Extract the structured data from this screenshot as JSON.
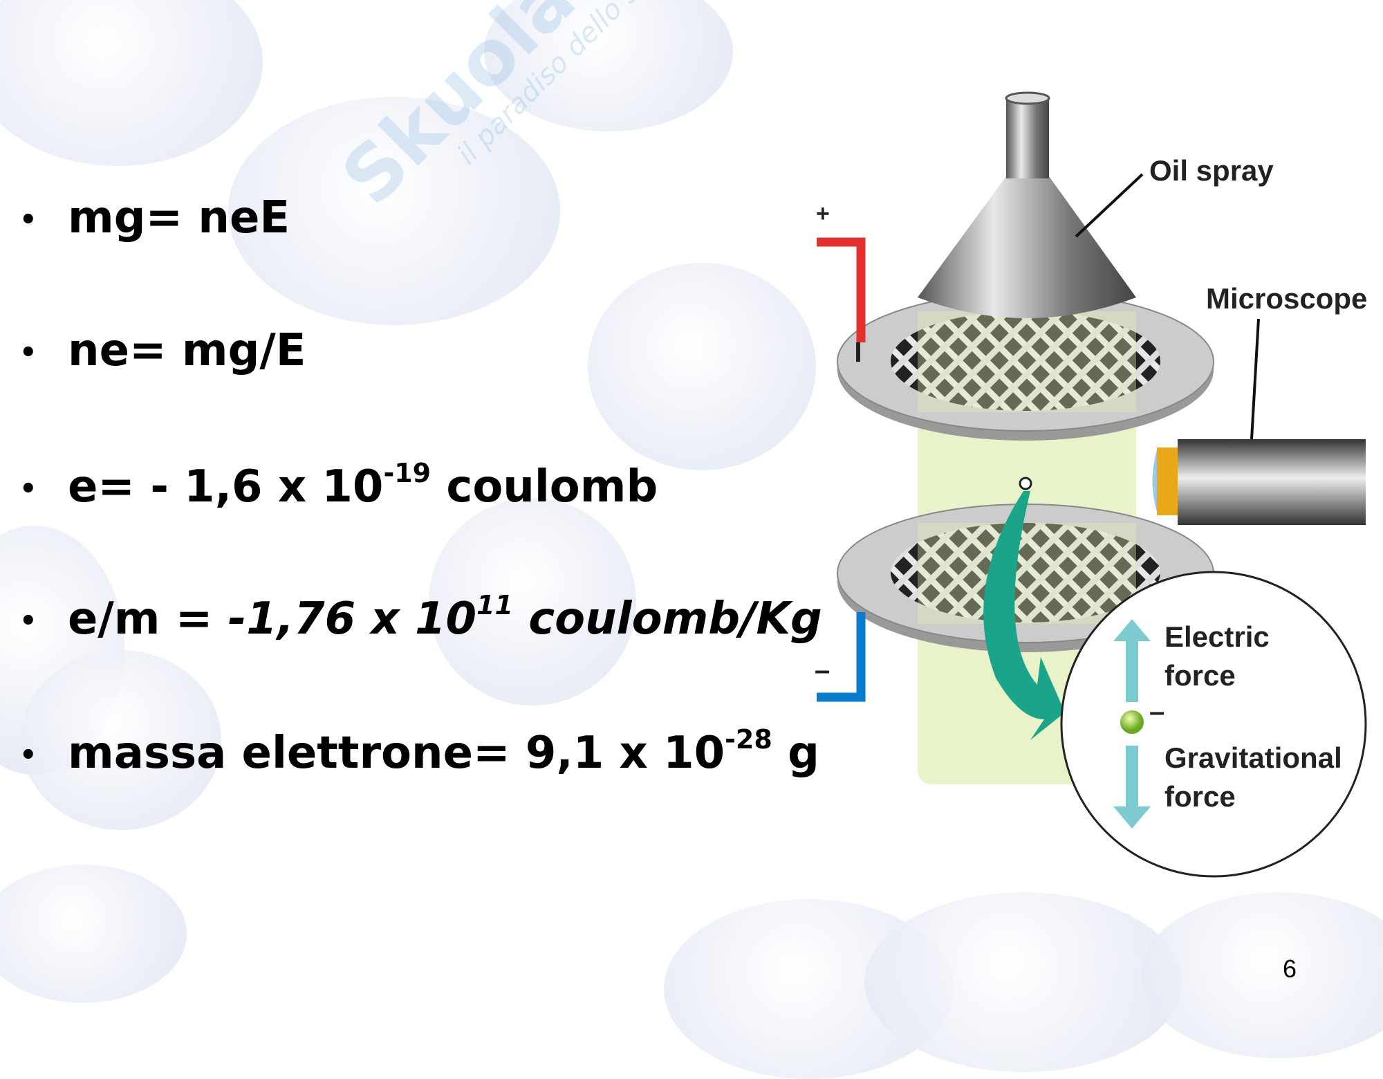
{
  "watermark": {
    "brand": "Skuola.net",
    "tagline": "il paradiso dello studente"
  },
  "bullets": [
    {
      "main": "mg= neE"
    },
    {
      "main": "ne= mg/E"
    },
    {
      "main": "e= - 1,6 x 10",
      "exp": "-19",
      "unit": "coulomb"
    },
    {
      "main": "e/m = ",
      "value": "-1,76 x 10",
      "exp": "11",
      "unit": "coulomb/Kg"
    },
    {
      "main": "massa elettrone= 9,1 x 10",
      "exp": "-28",
      "unit": "g"
    }
  ],
  "diagram": {
    "oil_spray": "Oil spray",
    "microscope": "Microscope",
    "plus": "+",
    "minus": "–",
    "electric_1": "Electric",
    "electric_2": "force",
    "grav_1": "Gravitational",
    "grav_2": "force",
    "charge": "–",
    "colors": {
      "positive": "#e53030",
      "negative": "#0a7acc",
      "arrow": "#1aa58a",
      "force": "#7dcbd0",
      "column": "#e6f2c4"
    }
  },
  "page_number": "6"
}
